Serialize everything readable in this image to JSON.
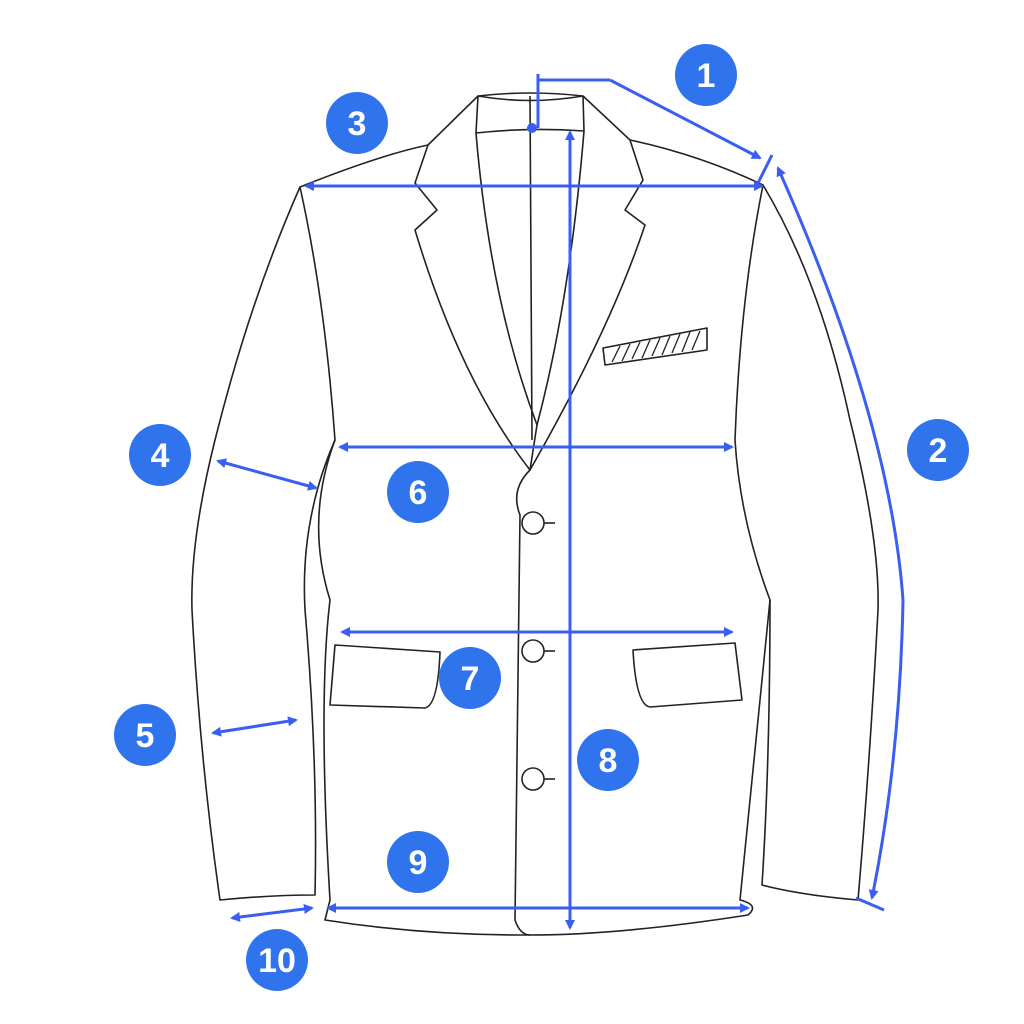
{
  "title": "Jacket measurement diagram",
  "accent_color": "#2f74ed",
  "line_color": "#3a5ff0",
  "badges": [
    {
      "label": "1"
    },
    {
      "label": "2"
    },
    {
      "label": "3"
    },
    {
      "label": "4"
    },
    {
      "label": "5"
    },
    {
      "label": "6"
    },
    {
      "label": "7"
    },
    {
      "label": "8"
    },
    {
      "label": "9"
    },
    {
      "label": "10"
    }
  ]
}
